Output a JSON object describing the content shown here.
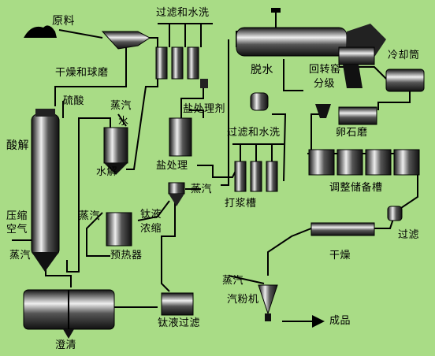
{
  "labels": {
    "raw_material": "原料",
    "drying_ball_mill": "干燥和球磨",
    "sulfuric_acid": "硫酸",
    "steam_water": "蒸汽",
    "water": "水",
    "acid_digestion": "酸解",
    "hydrolysis": "水解",
    "compressed_air": "压缩",
    "air": "空气",
    "steam_left": "蒸汽",
    "clarification": "澄清",
    "filter_wash_top": "过滤和水洗",
    "salt_agent": "盐处理剂",
    "salt_treatment": "盐处理",
    "filter_wash_mid": "过滤和水洗",
    "dehydration": "脱水",
    "rotary_kiln": "回转窑",
    "cooler": "冷却筒",
    "classification": "分级",
    "pebble_mill": "卵石磨",
    "adjust_storage_tank": "调整储备槽",
    "steam_mid": "蒸汽",
    "titanium_liquid": "钛液",
    "concentrate": "浓缩",
    "steam_preheat": "蒸汽",
    "preheater": "预热器",
    "slurry_tank": "打浆槽",
    "filter_right": "过滤",
    "drying": "干燥",
    "steam_jet": "蒸汽",
    "jet_mill": "汽粉机",
    "product": "成品",
    "ti_liquid_filter": "钛液过滤"
  }
}
